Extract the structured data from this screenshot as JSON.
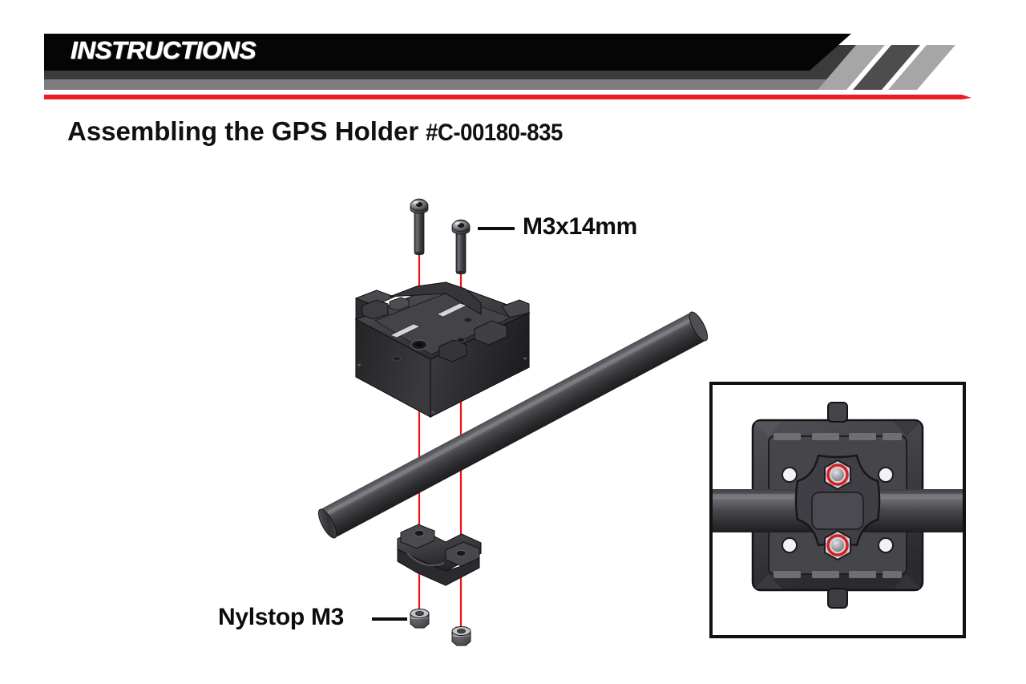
{
  "header": {
    "banner_text": "INSTRUCTIONS",
    "banner_black": "#050505",
    "banner_dark_gray": "#3b3b3b",
    "banner_mid_gray": "#7d7d7d",
    "accent_red": "#ed1c24"
  },
  "title": {
    "main": "Assembling the GPS Holder ",
    "part_number": "#C-00180-835"
  },
  "callouts": {
    "screw_label": "M3x14mm",
    "nut_label": "Nylstop M3"
  },
  "parts": {
    "screw": {
      "name": "button-head-screw",
      "count": 2,
      "spec": "M3x14mm"
    },
    "nut": {
      "name": "nylon-lock-nut",
      "count": 2,
      "spec": "Nylstop M3"
    },
    "holder": {
      "name": "gps-holder-tray"
    },
    "clamp": {
      "name": "tube-clamp-saddle"
    },
    "tube": {
      "name": "carbon-tube"
    }
  },
  "colors": {
    "part_dark": "#3a3a3c",
    "part_darker": "#2a2a2c",
    "part_light": "#6a6a6e",
    "metal_light": "#d9d9dd",
    "metal_dark": "#57575b",
    "assembly_line": "#ee1111",
    "outline": "#111111"
  },
  "inset": {
    "name": "bottom-view-detail",
    "caption": ""
  }
}
